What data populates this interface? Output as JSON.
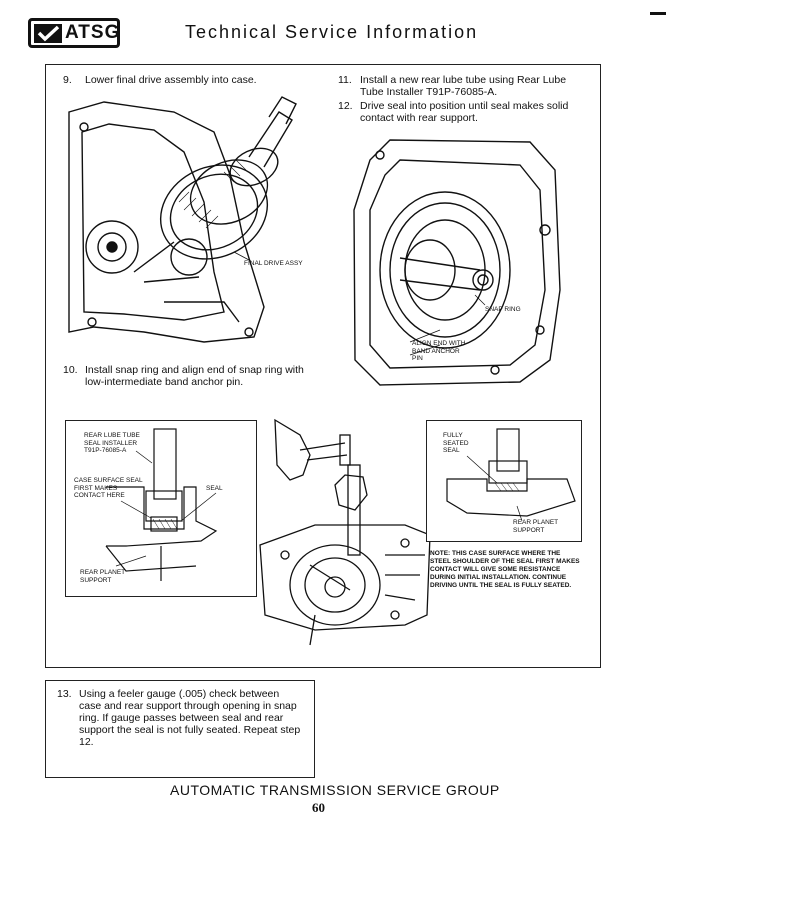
{
  "header": {
    "logo_text": "ATSG",
    "title": "Technical Service Information"
  },
  "steps": {
    "s9": {
      "num": "9.",
      "text": "Lower final drive assembly into case."
    },
    "s10": {
      "num": "10.",
      "text": "Install snap ring and align end of snap ring with low-intermediate band anchor pin."
    },
    "s11": {
      "num": "11.",
      "text": "Install a new rear lube tube using Rear Lube Tube Installer T91P-76085-A."
    },
    "s12": {
      "num": "12.",
      "text": "Drive seal into position until seal makes solid contact with rear support."
    },
    "s13": {
      "num": "13.",
      "text": "Using a feeler gauge (.005) check between case and rear support through opening in snap ring. If gauge passes between seal and rear support the seal is not fully seated. Repeat step 12."
    }
  },
  "figures": {
    "final_drive": {
      "label": "FINAL DRIVE ASSY"
    },
    "snap_ring": {
      "snap_ring_label": "SNAP RING",
      "align_label": "ALIGN END WITH BAND ANCHOR PIN"
    },
    "lube_tube_left": {
      "tool_label": "REAR LUBE TUBE SEAL INSTALLER T91P-76085-A",
      "case_label": "CASE SURFACE SEAL FIRST MAKES CONTACT HERE",
      "seal_label": "SEAL",
      "support_label": "REAR PLANET SUPPORT"
    },
    "lube_tube_right": {
      "seated_label": "FULLY SEATED SEAL",
      "support_label": "REAR PLANET SUPPORT"
    },
    "note": "NOTE: THIS CASE SURFACE WHERE THE STEEL SHOULDER OF THE SEAL FIRST MAKES CONTACT WILL GIVE SOME RESISTANCE DURING INITIAL INSTALLATION. CONTINUE DRIVING UNTIL THE SEAL IS FULLY SEATED."
  },
  "footer": {
    "org": "AUTOMATIC TRANSMISSION SERVICE GROUP",
    "page": "60"
  }
}
